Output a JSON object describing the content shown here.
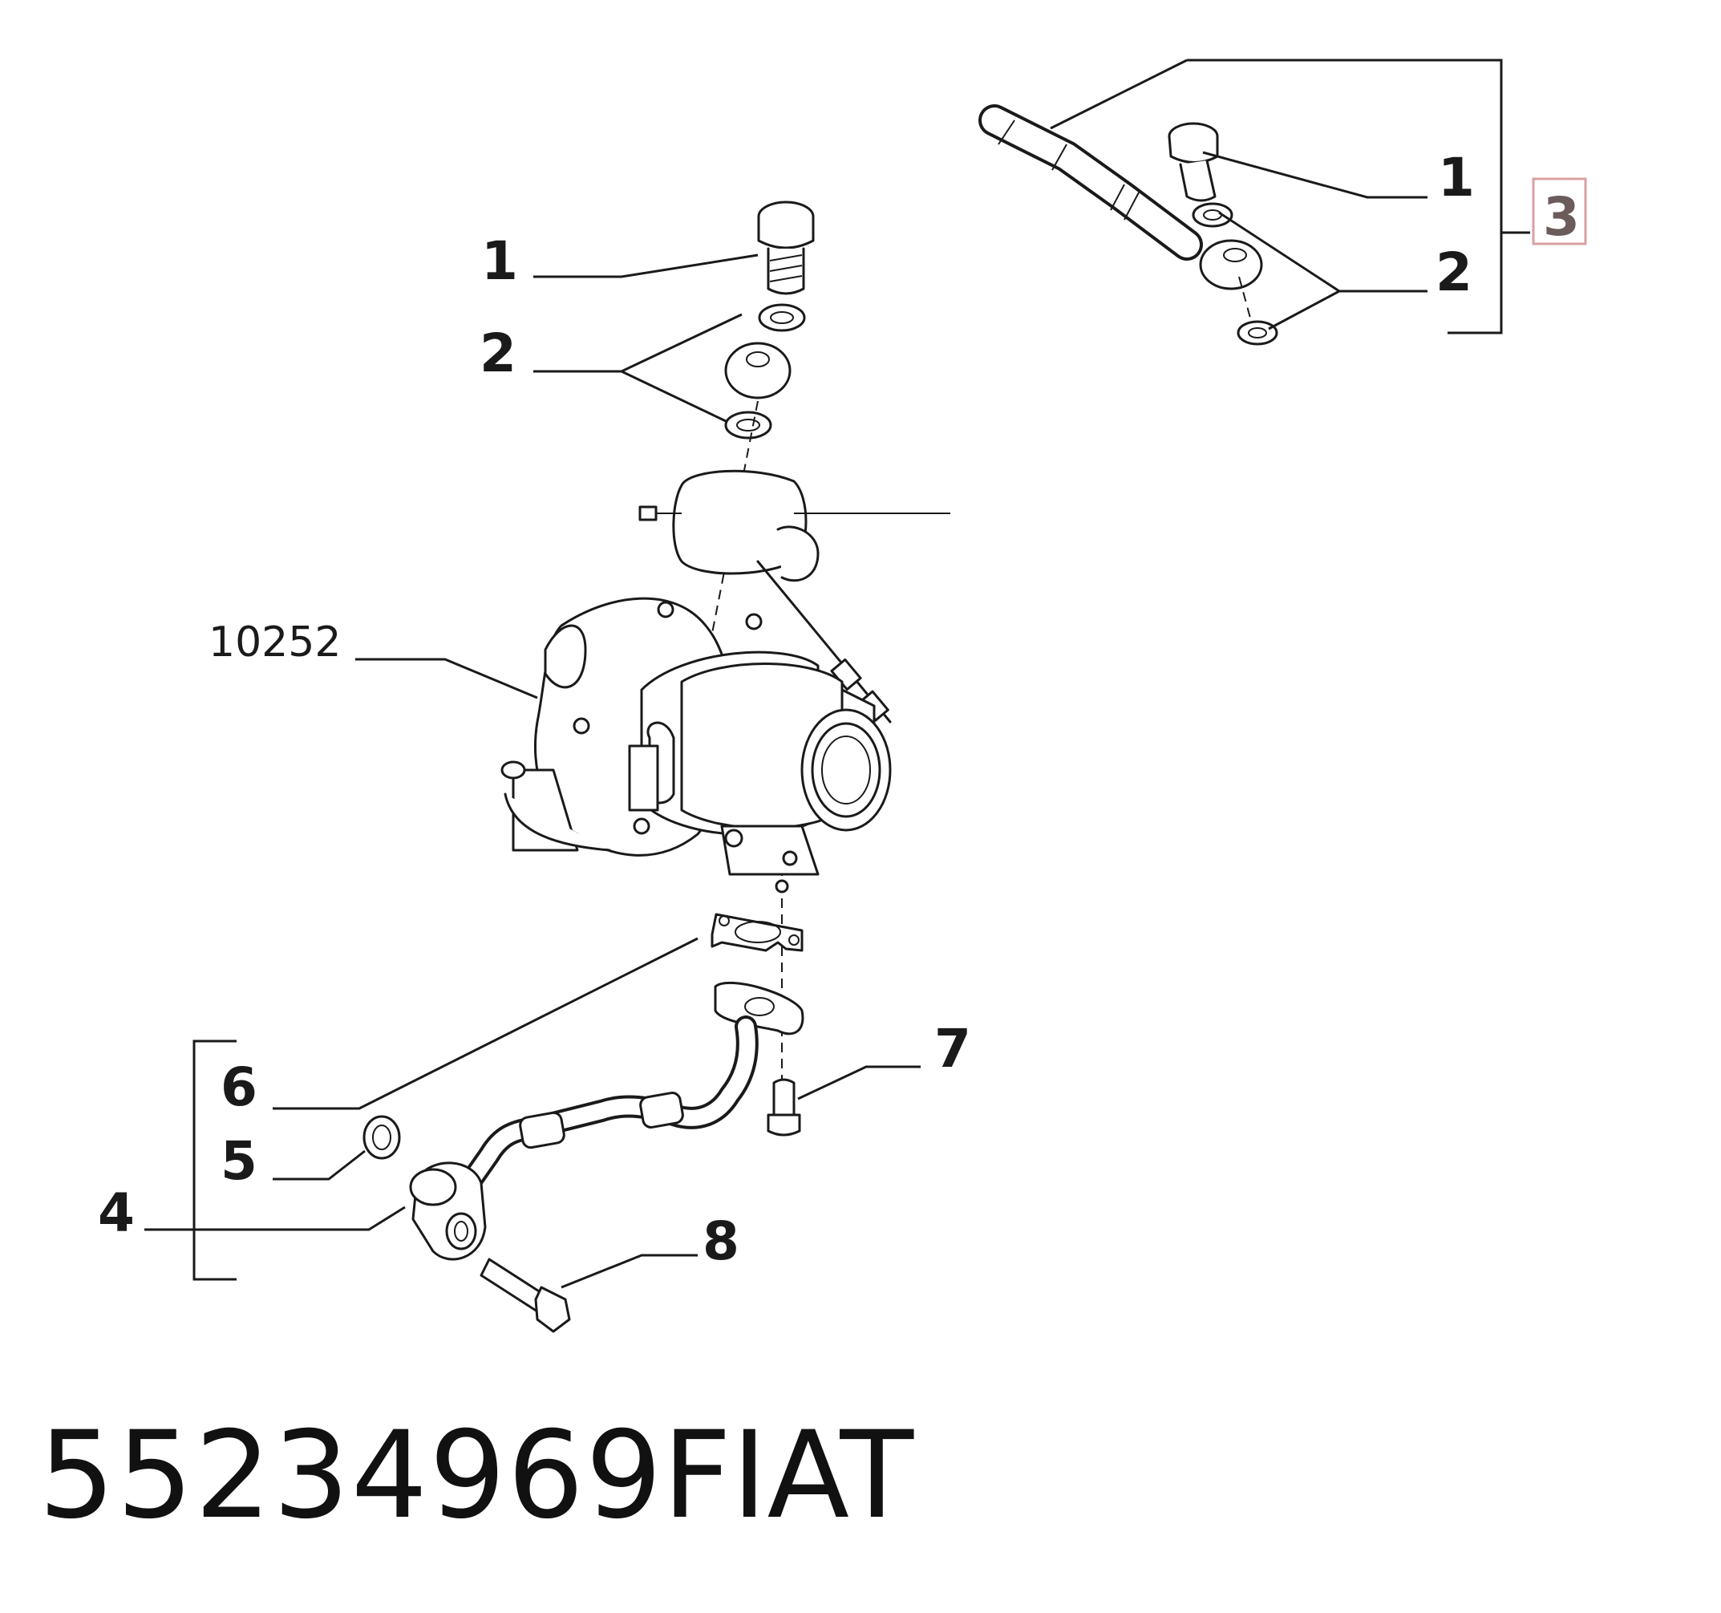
{
  "callouts": {
    "c1_left": "1",
    "c2_left": "2",
    "c1_right": "1",
    "c2_right": "2",
    "c3": "3",
    "c10252": "10252",
    "c4": "4",
    "c5": "5",
    "c6": "6",
    "c7": "7",
    "c8": "8"
  },
  "footer": {
    "part_number": "55234969",
    "brand": "FIAT"
  },
  "colors": {
    "line": "#1a1a1a",
    "highlight_box": "#d9a0a0",
    "highlight_text": "#6b5b5b",
    "background": "#ffffff"
  }
}
